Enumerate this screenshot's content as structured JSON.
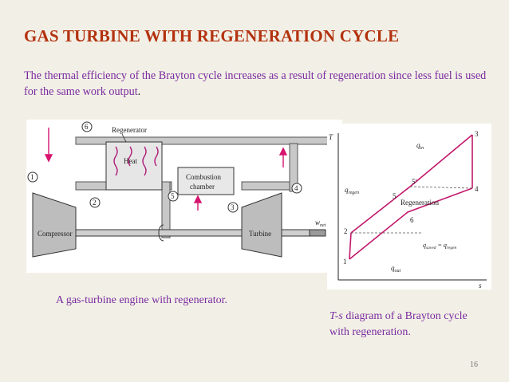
{
  "slide": {
    "title": "GAS TURBINE WITH REGENERATION CYCLE",
    "subtitle": "The thermal efficiency of the Brayton cycle increases as a result of regeneration since less fuel is used for the same work output",
    "subtitle_end": ".",
    "caption_left": "A gas-turbine engine with regenerator.",
    "caption_right_ts": "T-s",
    "caption_right_rest": " diagram of a Brayton cycle with regeneration.",
    "page_number": "16"
  },
  "engine_diagram": {
    "regenerator_label": "Regenerator",
    "heat_label": "Heat",
    "combustion_label_1": "Combustion",
    "combustion_label_2": "chamber",
    "compressor_label": "Compressor",
    "turbine_label": "Turbine",
    "wnet_label": "w",
    "wnet_sub": "net",
    "states": [
      "1",
      "2",
      "3",
      "4",
      "5",
      "6"
    ],
    "colors": {
      "flow_arrow": "#d6146e",
      "heat_arrow": "#b0207a",
      "body": "#b5b5b5",
      "line": "#333333"
    }
  },
  "ts_diagram": {
    "axis_T": "T",
    "axis_s": "s",
    "states": [
      "1",
      "2",
      "3",
      "4",
      "5",
      "5'",
      "6"
    ],
    "q_in": "q",
    "q_in_sub": "in",
    "q_regen": "q",
    "q_regen_sub": "regen",
    "q_out": "q",
    "q_out_sub": "out",
    "regeneration_label": "Regeneration",
    "q_saved": "q",
    "q_saved_sub": "saved",
    "q_saved_eq": " = q",
    "q_saved_eq_sub": "regen",
    "colors": {
      "cycle": "#c2186b",
      "axis": "#222222"
    }
  }
}
